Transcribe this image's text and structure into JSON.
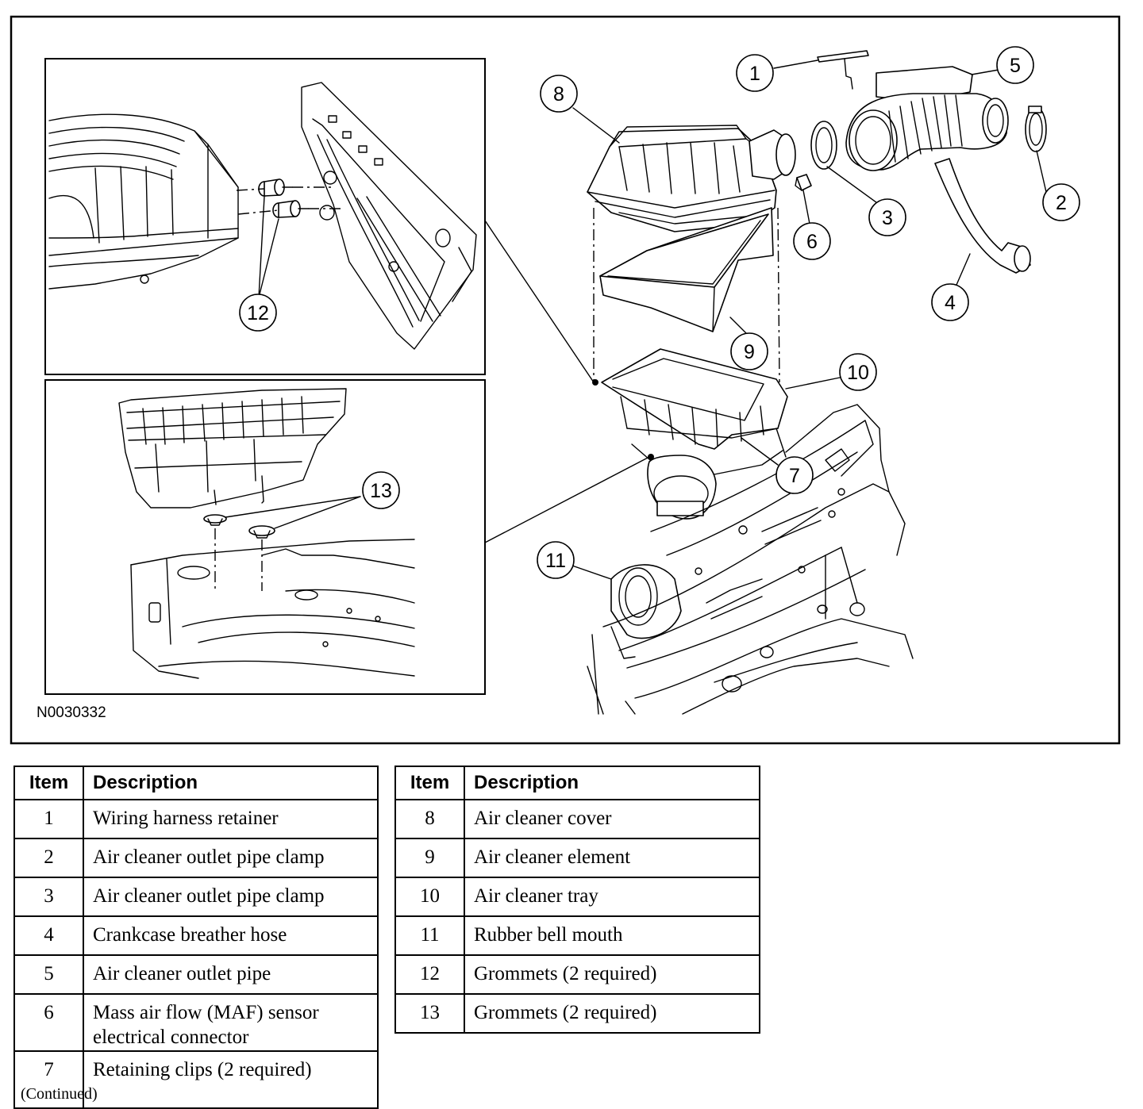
{
  "figure": {
    "figure_id": "N0030332",
    "callouts": [
      "1",
      "2",
      "3",
      "4",
      "5",
      "6",
      "7",
      "8",
      "9",
      "10",
      "11",
      "12",
      "13"
    ]
  },
  "tables": {
    "header_item": "Item",
    "header_description": "Description",
    "left_rows": [
      {
        "item": "1",
        "description": "Wiring harness retainer"
      },
      {
        "item": "2",
        "description": "Air cleaner outlet pipe clamp"
      },
      {
        "item": "3",
        "description": "Air cleaner outlet pipe clamp"
      },
      {
        "item": "4",
        "description": "Crankcase breather hose"
      },
      {
        "item": "5",
        "description": "Air cleaner outlet pipe"
      },
      {
        "item": "6",
        "description": "Mass air flow (MAF) sensor electrical connector"
      },
      {
        "item": "7",
        "description": "Retaining clips (2 required)"
      }
    ],
    "right_rows": [
      {
        "item": "8",
        "description": "Air cleaner cover"
      },
      {
        "item": "9",
        "description": "Air cleaner element"
      },
      {
        "item": "10",
        "description": "Air cleaner tray"
      },
      {
        "item": "11",
        "description": "Rubber bell mouth"
      },
      {
        "item": "12",
        "description": "Grommets (2 required)"
      },
      {
        "item": "13",
        "description": "Grommets (2 required)"
      }
    ]
  },
  "footer": {
    "continued": "(Continued)"
  }
}
